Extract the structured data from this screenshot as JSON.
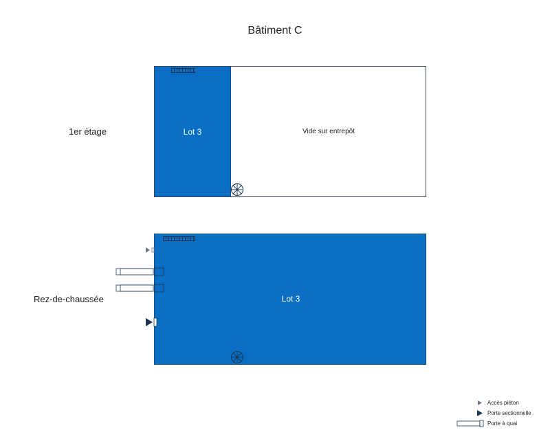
{
  "title": "Bâtiment C",
  "floors": {
    "upper": {
      "label": "1er étage",
      "lot_label": "Lot 3",
      "void_label": "Vide sur entrepôt"
    },
    "ground": {
      "label": "Rez-de-chaussée",
      "lot_label": "Lot 3"
    }
  },
  "legend": {
    "pedestrian": "Accès piéton",
    "sectional": "Porte sectionnelle",
    "dock": "Porte à quai"
  },
  "colors": {
    "lot_fill": "#0a6fc4",
    "outline": "#1b3550",
    "pedestrian_marker": "#6b7a8c",
    "sectional_marker": "#1b3550"
  }
}
